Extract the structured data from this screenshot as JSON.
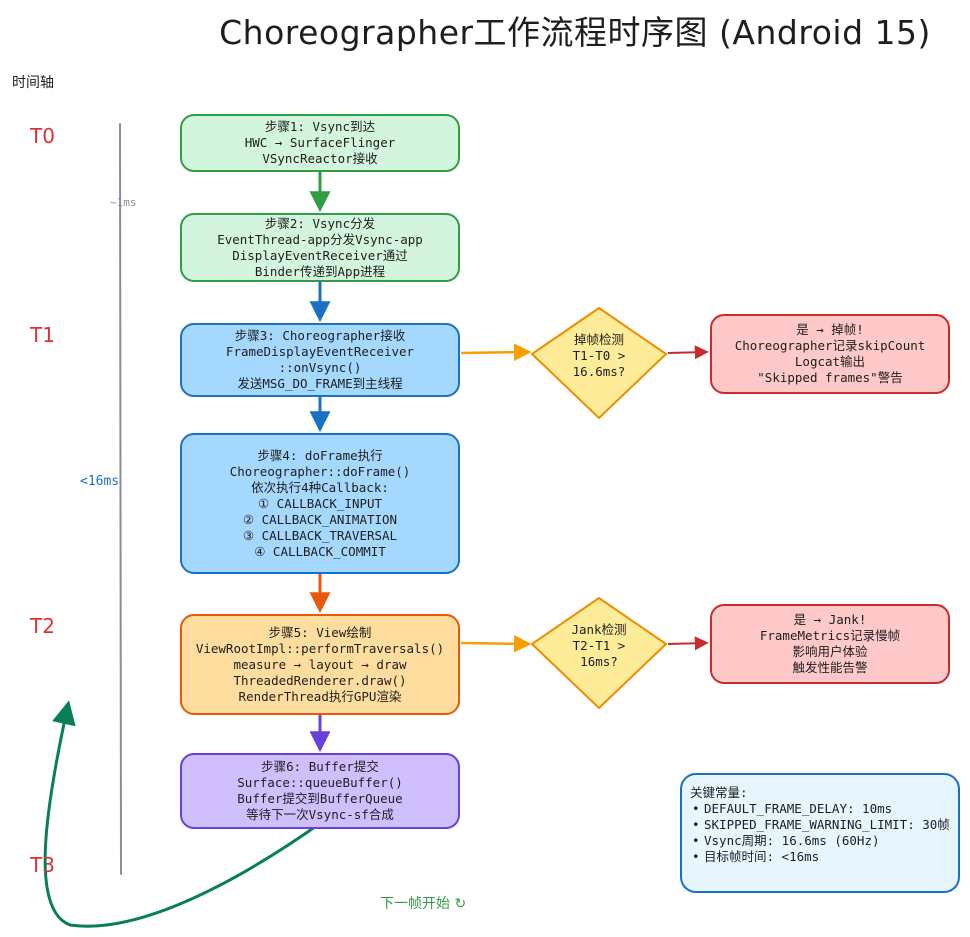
{
  "title": "Choreographer工作流程时序图 (Android 15)",
  "axis": {
    "title": "时间轴",
    "marks": [
      "T0",
      "T1",
      "T2",
      "T3"
    ],
    "duration_short": "~1ms",
    "duration_long": "<16ms"
  },
  "steps": [
    "步骤1: Vsync到达\nHWC → SurfaceFlinger\nVSyncReactor接收",
    "步骤2: Vsync分发\nEventThread-app分发Vsync-app\nDisplayEventReceiver通过\nBinder传递到App进程",
    "步骤3: Choreographer接收\nFrameDisplayEventReceiver\n::onVsync()\n发送MSG_DO_FRAME到主线程",
    "步骤4: doFrame执行\nChoreographer::doFrame()\n依次执行4种Callback:\n① CALLBACK_INPUT\n② CALLBACK_ANIMATION\n③ CALLBACK_TRAVERSAL\n④ CALLBACK_COMMIT",
    "步骤5: View绘制\nViewRootImpl::performTraversals()\nmeasure → layout → draw\nThreadedRenderer.draw()\nRenderThread执行GPU渲染",
    "步骤6: Buffer提交\nSurface::queueBuffer()\nBuffer提交到BufferQueue\n等待下一次Vsync-sf合成"
  ],
  "decisions": [
    "掉帧检测\nT1-T0 >\n16.6ms?",
    "Jank检测\nT2-T1 >\n16ms?"
  ],
  "results": [
    "是 → 掉帧!\nChoreographer记录skipCount\nLogcat输出\n\"Skipped frames\"警告",
    "是 → Jank!\nFrameMetrics记录慢帧\n影响用户体验\n触发性能告警"
  ],
  "constants": {
    "title": "关键常量:",
    "items": [
      "DEFAULT_FRAME_DELAY: 10ms",
      "SKIPPED_FRAME_WARNING_LIMIT: 30帧",
      "Vsync周期: 16.6ms (60Hz)",
      "目标帧时间: <16ms"
    ]
  },
  "next_frame": "下一帧开始 ↻",
  "colors": {
    "green_fill": "#d3f5dd",
    "green_stroke": "#2f9e44",
    "blue_fill": "#a5d8ff",
    "blue_stroke": "#1971c2",
    "orange_fill": "#ffdd9e",
    "orange_stroke": "#e8590c",
    "purple_fill": "#d0bfff",
    "purple_stroke": "#6741d9",
    "red_fill": "#ffc9c9",
    "red_stroke": "#c92a2a",
    "diamond_fill": "#ffec99",
    "diamond_stroke": "#f08c00",
    "time_mark": "#e03131"
  }
}
